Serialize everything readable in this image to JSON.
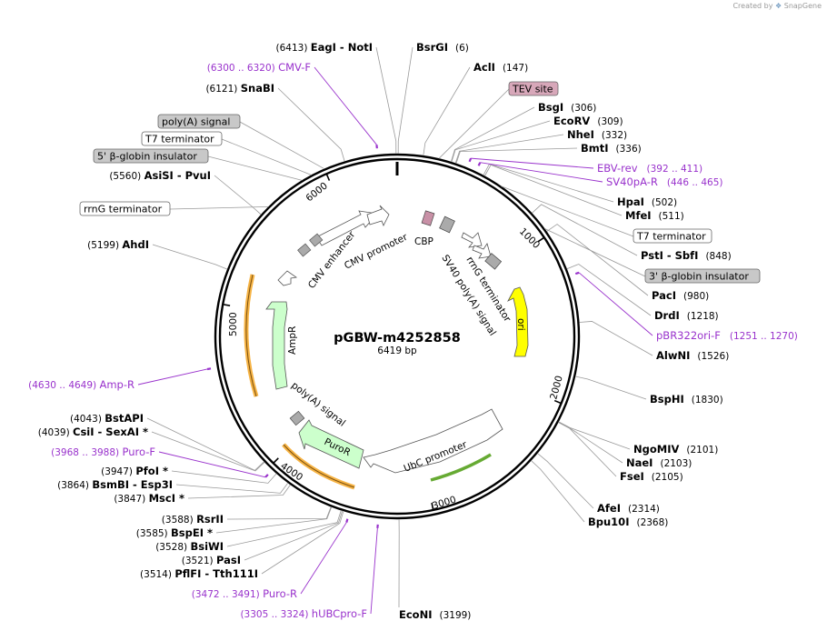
{
  "credit": "Created by",
  "brand": "SnapGene",
  "plasmid": {
    "name": "pGBW-m4252858",
    "length_label": "6419 bp",
    "length": 6419
  },
  "colors": {
    "purple": "#9932cc",
    "black": "#000000",
    "ori": "#ffff00",
    "green": "#ccffcc",
    "orange": "#f5a623",
    "pink": "#d7a7b9",
    "gray_box": "#c8c8c8",
    "arrow_green": "#66aa33"
  },
  "ticks": [
    "1000",
    "2000",
    "3000",
    "4000",
    "5000",
    "6000"
  ],
  "sites": [
    {
      "pos": "(6413)",
      "name": "EagI",
      "name2": "NotI"
    },
    {
      "pos": "(6)",
      "name": "BsrGI"
    },
    {
      "pos": "(147)",
      "name": "AclI"
    },
    {
      "pos": "(306)",
      "name": "BsgI"
    },
    {
      "pos": "(309)",
      "name": "EcoRV"
    },
    {
      "pos": "(332)",
      "name": "NheI"
    },
    {
      "pos": "(336)",
      "name": "BmtI"
    },
    {
      "pos": "(502)",
      "name": "HpaI"
    },
    {
      "pos": "(511)",
      "name": "MfeI"
    },
    {
      "pos": "(848)",
      "name": "PstI",
      "name2": "SbfI"
    },
    {
      "pos": "(980)",
      "name": "PacI"
    },
    {
      "pos": "(1218)",
      "name": "DrdI"
    },
    {
      "pos": "(1526)",
      "name": "AlwNI"
    },
    {
      "pos": "(1830)",
      "name": "BspHI"
    },
    {
      "pos": "(2101)",
      "name": "NgoMIV"
    },
    {
      "pos": "(2103)",
      "name": "NaeI"
    },
    {
      "pos": "(2105)",
      "name": "FseI"
    },
    {
      "pos": "(2314)",
      "name": "AfeI"
    },
    {
      "pos": "(2368)",
      "name": "Bpu10I"
    },
    {
      "pos": "(3199)",
      "name": "EcoNI"
    },
    {
      "pos": "(3514)",
      "name": "PflFI",
      "name2": "Tth111I"
    },
    {
      "pos": "(3521)",
      "name": "PasI"
    },
    {
      "pos": "(3528)",
      "name": "BsiWI"
    },
    {
      "pos": "(3585)",
      "name": "BspEI *"
    },
    {
      "pos": "(3588)",
      "name": "RsrII"
    },
    {
      "pos": "(3847)",
      "name": "MscI *"
    },
    {
      "pos": "(3864)",
      "name": "BsmBI",
      "name2": "Esp3I"
    },
    {
      "pos": "(3947)",
      "name": "PfoI *"
    },
    {
      "pos": "(4039)",
      "name": "CsiI",
      "name2": "SexAI *"
    },
    {
      "pos": "(4043)",
      "name": "BstAPI"
    },
    {
      "pos": "(5199)",
      "name": "AhdI"
    },
    {
      "pos": "(5560)",
      "name": "AsiSI",
      "name2": "PvuI"
    },
    {
      "pos": "(6121)",
      "name": "SnaBI"
    }
  ],
  "primers": [
    {
      "name": "CMV-F",
      "range": "(6300 .. 6320)"
    },
    {
      "name": "EBV-rev",
      "range": "(392 .. 411)"
    },
    {
      "name": "SV40pA-R",
      "range": "(446 .. 465)"
    },
    {
      "name": "pBR322ori-F",
      "range": "(1251 .. 1270)"
    },
    {
      "name": "Amp-R",
      "range": "(4630 .. 4649)"
    },
    {
      "name": "Puro-F",
      "range": "(3968 .. 3988)"
    },
    {
      "name": "Puro-R",
      "range": "(3472 .. 3491)"
    },
    {
      "name": "hUBCpro-F",
      "range": "(3305 .. 3324)"
    }
  ],
  "boxed_labels": [
    {
      "text": "TEV site"
    },
    {
      "text": "poly(A) signal"
    },
    {
      "text": "T7 terminator"
    },
    {
      "text": "5' β-globin insulator"
    },
    {
      "text": "rrnG terminator"
    },
    {
      "text": "T7 terminator"
    },
    {
      "text": "3' β-globin insulator"
    }
  ],
  "features": [
    {
      "label": "CMV enhancer"
    },
    {
      "label": "CMV promoter"
    },
    {
      "label": "CBP"
    },
    {
      "label": "rrnG terminator"
    },
    {
      "label": "SV40 poly(A) signal"
    },
    {
      "label": "ori"
    },
    {
      "label": "AmpR"
    },
    {
      "label": "poly(A) signal"
    },
    {
      "label": "PuroR"
    },
    {
      "label": "UbC promoter"
    }
  ]
}
